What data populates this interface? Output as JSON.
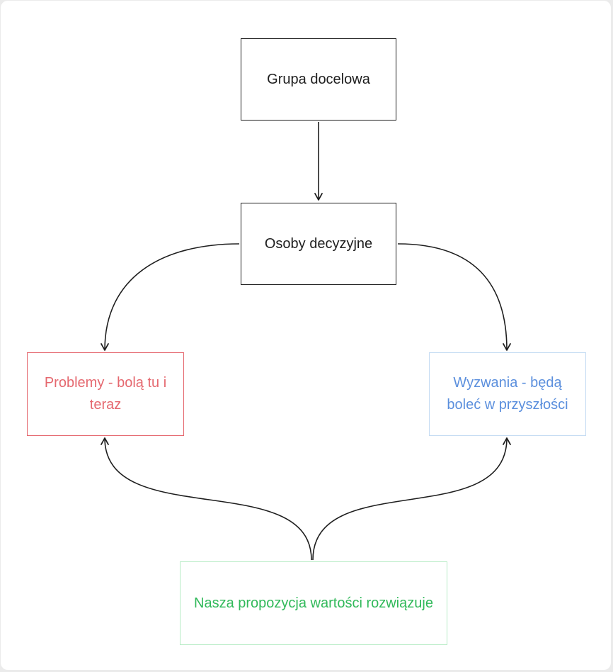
{
  "diagram": {
    "nodes": {
      "grupa": {
        "label": "Grupa docelowa",
        "border_color": "#1e1e1e",
        "text_color": "#1e1e1e"
      },
      "osoby": {
        "label": "Osoby decyzyjne",
        "border_color": "#1e1e1e",
        "text_color": "#1e1e1e"
      },
      "problemy": {
        "label": "Problemy - bolą tu i teraz",
        "border_color": "#e5686f",
        "text_color": "#e5686f"
      },
      "wyzwania": {
        "label": "Wyzwania - będą boleć w przyszłości",
        "border_color": "#c5dcf3",
        "text_color": "#5b8fdd"
      },
      "nasza": {
        "label": "Nasza propozycja wartości rozwiązuje",
        "border_color": "#b6ebc5",
        "text_color": "#31b95a"
      }
    },
    "edges": [
      {
        "from": "grupa",
        "to": "osoby"
      },
      {
        "from": "osoby",
        "to": "problemy"
      },
      {
        "from": "osoby",
        "to": "wyzwania"
      },
      {
        "from": "nasza",
        "to": "problemy"
      },
      {
        "from": "nasza",
        "to": "wyzwania"
      }
    ],
    "edge_color": "#1e1e1e"
  }
}
